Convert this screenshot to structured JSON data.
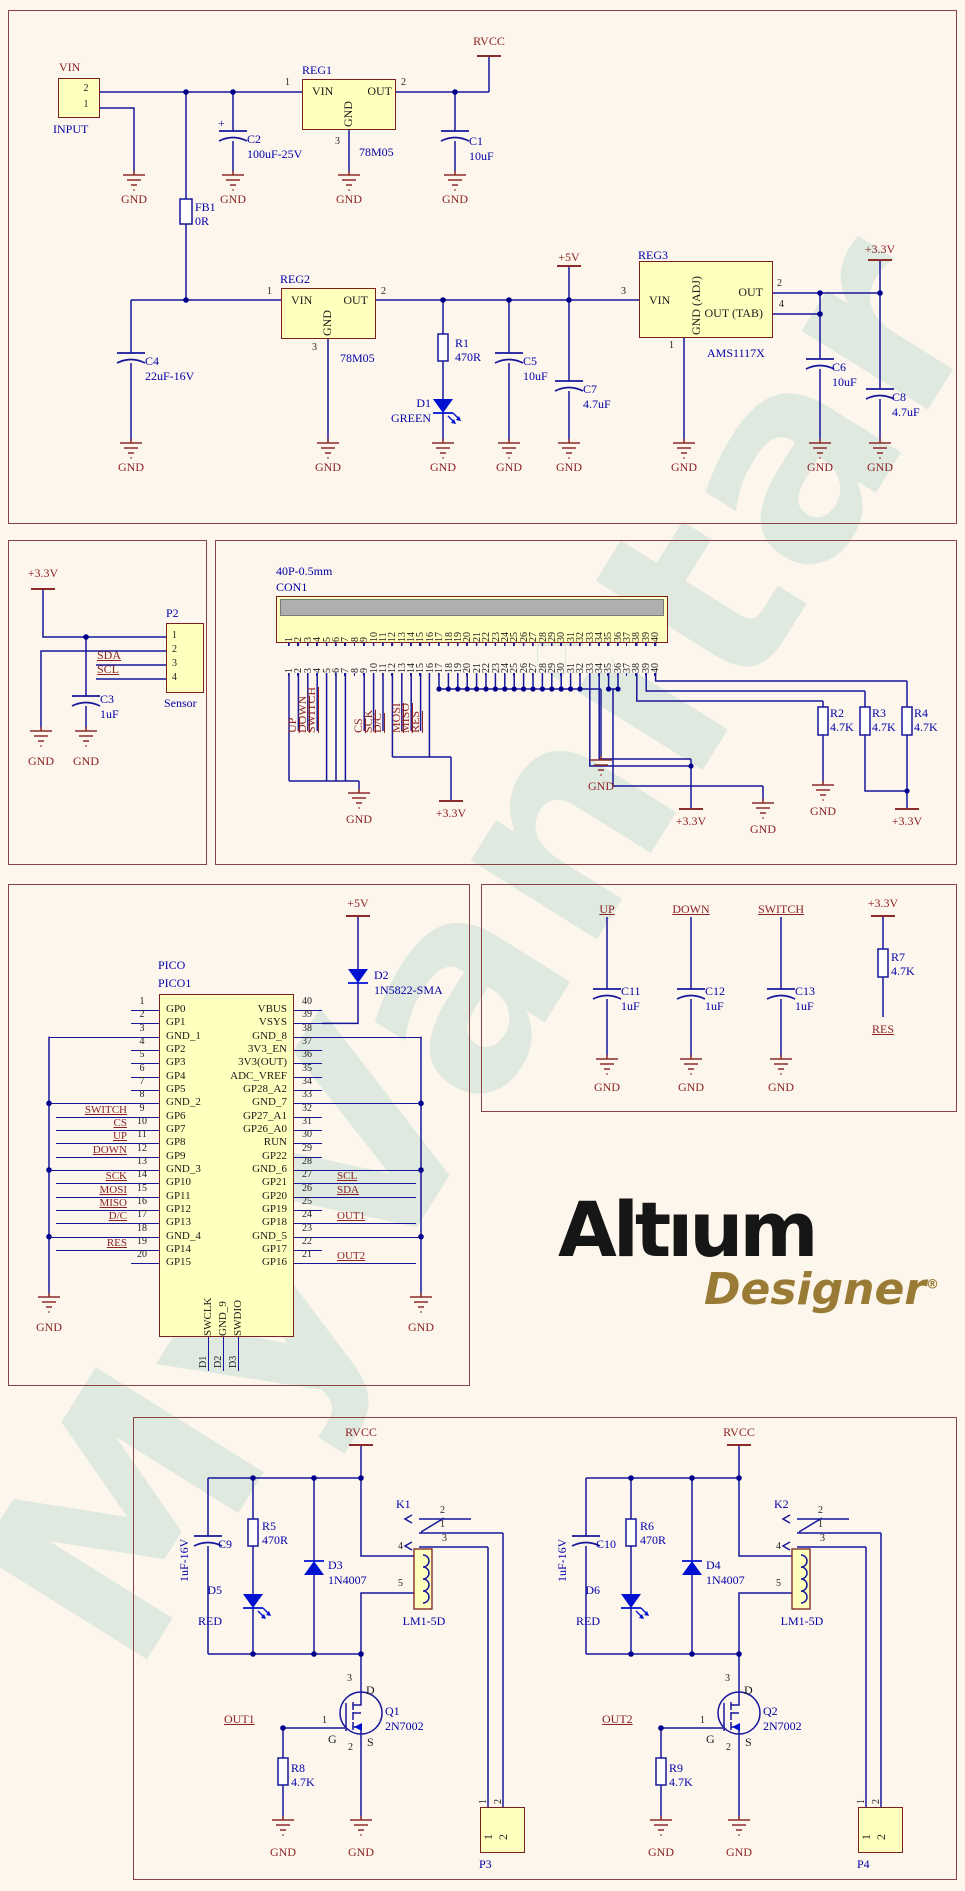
{
  "watermark": "MyVanitar",
  "logo": {
    "brand": "Altıum",
    "product": "Designer",
    "reg": "®"
  },
  "power": {
    "gnd": "GND",
    "rvcc": "RVCC",
    "p5v": "+5V",
    "p33v": "+3.3V",
    "plus": "+",
    "vin": {
      "ref": "VIN",
      "desc": "INPUT",
      "p2": "2",
      "p1": "1"
    },
    "fb1": {
      "ref": "FB1",
      "val": "0R"
    },
    "c2": {
      "ref": "C2",
      "val": "100uF-25V"
    },
    "reg1": {
      "ref": "REG1",
      "part": "78M05",
      "vin": "VIN",
      "out": "OUT",
      "gnd": "GND",
      "n1": "1",
      "n2": "2",
      "n3": "3"
    },
    "c1": {
      "ref": "C1",
      "val": "10uF"
    },
    "c4": {
      "ref": "C4",
      "val": "22uF-16V"
    },
    "reg2": {
      "ref": "REG2",
      "part": "78M05",
      "vin": "VIN",
      "out": "OUT",
      "gnd": "GND",
      "n1": "1",
      "n2": "2",
      "n3": "3"
    },
    "r1": {
      "ref": "R1",
      "val": "470R"
    },
    "d1": {
      "ref": "D1",
      "val": "GREEN"
    },
    "c5": {
      "ref": "C5",
      "val": "10uF"
    },
    "c7": {
      "ref": "C7",
      "val": "4.7uF"
    },
    "reg3": {
      "ref": "REG3",
      "part": "AMS1117X",
      "vin": "VIN",
      "gnd": "GND (ADJ)",
      "out": "OUT",
      "outtab": "OUT (TAB)",
      "n1": "1",
      "n2": "2",
      "n3": "3",
      "n4": "4"
    },
    "c6": {
      "ref": "C6",
      "val": "10uF"
    },
    "c8": {
      "ref": "C8",
      "val": "4.7uF"
    }
  },
  "sensor": {
    "p33v": "+3.3V",
    "gnd": "GND",
    "sda": "SDA",
    "scl": "SCL",
    "c3": {
      "ref": "C3",
      "val": "1uF"
    },
    "p2": {
      "ref": "P2",
      "desc": "Sensor",
      "n1": "1",
      "n2": "2",
      "n3": "3",
      "n4": "4"
    }
  },
  "con1": {
    "type": "40P-0.5mm",
    "ref": "CON1",
    "gnd": "GND",
    "p33v": "+3.3V",
    "pins": [
      "1",
      "2",
      "3",
      "4",
      "5",
      "6",
      "7",
      "8",
      "9",
      "10",
      "11",
      "12",
      "13",
      "14",
      "15",
      "16",
      "17",
      "18",
      "19",
      "20",
      "21",
      "22",
      "23",
      "24",
      "25",
      "26",
      "27",
      "28",
      "29",
      "30",
      "31",
      "32",
      "33",
      "34",
      "35",
      "36",
      "37",
      "38",
      "39",
      "40"
    ],
    "net_up": "UP",
    "net_down": "DOWN",
    "net_switch": "SWITCH",
    "net_cs": "CS",
    "net_sck": "SCK",
    "net_dc": "D/C",
    "net_mosi": "MOSI",
    "net_miso": "MISO",
    "net_res": "RES",
    "r2": {
      "ref": "R2",
      "val": "4.7K"
    },
    "r3": {
      "ref": "R3",
      "val": "4.7K"
    },
    "r4": {
      "ref": "R4",
      "val": "4.7K"
    }
  },
  "pico": {
    "title": "PICO",
    "ref": "PICO1",
    "gnd": "GND",
    "p5v": "+5V",
    "d2": {
      "ref": "D2",
      "val": "1N5822-SMA"
    },
    "left": [
      {
        "num": "1",
        "name": "GP0",
        "net": "",
        "cls": "plain"
      },
      {
        "num": "2",
        "name": "GP1",
        "net": "",
        "cls": "plain"
      },
      {
        "num": "3",
        "name": "GND_1",
        "net": "",
        "cls": "gnd"
      },
      {
        "num": "4",
        "name": "GP2",
        "net": "",
        "cls": "plain"
      },
      {
        "num": "5",
        "name": "GP3",
        "net": "",
        "cls": "plain"
      },
      {
        "num": "6",
        "name": "GP4",
        "net": "",
        "cls": "plain"
      },
      {
        "num": "7",
        "name": "GP5",
        "net": "",
        "cls": "plain"
      },
      {
        "num": "8",
        "name": "GND_2",
        "net": "",
        "cls": "gnd"
      },
      {
        "num": "9",
        "name": "GP6",
        "net": "SWITCH",
        "cls": "net"
      },
      {
        "num": "10",
        "name": "GP7",
        "net": "CS",
        "cls": "net"
      },
      {
        "num": "11",
        "name": "GP8",
        "net": "UP",
        "cls": "net"
      },
      {
        "num": "12",
        "name": "GP9",
        "net": "DOWN",
        "cls": "net"
      },
      {
        "num": "13",
        "name": "GND_3",
        "net": "",
        "cls": "gnd"
      },
      {
        "num": "14",
        "name": "GP10",
        "net": "SCK",
        "cls": "net"
      },
      {
        "num": "15",
        "name": "GP11",
        "net": "MOSI",
        "cls": "net"
      },
      {
        "num": "16",
        "name": "GP12",
        "net": "MISO",
        "cls": "net"
      },
      {
        "num": "17",
        "name": "GP13",
        "net": "D/C",
        "cls": "net"
      },
      {
        "num": "18",
        "name": "GND_4",
        "net": "",
        "cls": "gnd"
      },
      {
        "num": "19",
        "name": "GP14",
        "net": "RES",
        "cls": "net"
      },
      {
        "num": "20",
        "name": "GP15",
        "net": "",
        "cls": "plain"
      }
    ],
    "right": [
      {
        "num": "40",
        "name": "VBUS",
        "net": "",
        "cls": "plain"
      },
      {
        "num": "39",
        "name": "VSYS",
        "net": "",
        "cls": "plain"
      },
      {
        "num": "38",
        "name": "GND_8",
        "net": "",
        "cls": "gnd"
      },
      {
        "num": "37",
        "name": "3V3_EN",
        "net": "",
        "cls": "plain"
      },
      {
        "num": "36",
        "name": "3V3(OUT)",
        "net": "",
        "cls": "plain"
      },
      {
        "num": "35",
        "name": "ADC_VREF",
        "net": "",
        "cls": "plain"
      },
      {
        "num": "34",
        "name": "GP28_A2",
        "net": "",
        "cls": "plain"
      },
      {
        "num": "33",
        "name": "GND_7",
        "net": "",
        "cls": "gnd"
      },
      {
        "num": "32",
        "name": "GP27_A1",
        "net": "",
        "cls": "plain"
      },
      {
        "num": "31",
        "name": "GP26_A0",
        "net": "",
        "cls": "plain"
      },
      {
        "num": "30",
        "name": "RUN",
        "net": "",
        "cls": "plain"
      },
      {
        "num": "29",
        "name": "GP22",
        "net": "",
        "cls": "plain"
      },
      {
        "num": "28",
        "name": "GND_6",
        "net": "",
        "cls": "gnd"
      },
      {
        "num": "27",
        "name": "GP21",
        "net": "SCL",
        "cls": "net"
      },
      {
        "num": "26",
        "name": "GP20",
        "net": "SDA",
        "cls": "net"
      },
      {
        "num": "25",
        "name": "GP19",
        "net": "",
        "cls": "plain"
      },
      {
        "num": "24",
        "name": "GP18",
        "net": "OUT1",
        "cls": "net"
      },
      {
        "num": "23",
        "name": "GND_5",
        "net": "",
        "cls": "gnd"
      },
      {
        "num": "22",
        "name": "GP17",
        "net": "",
        "cls": "plain"
      },
      {
        "num": "21",
        "name": "GP16",
        "net": "OUT2",
        "cls": "net"
      }
    ],
    "bottom": [
      {
        "num": "D1",
        "name": "SWCLK"
      },
      {
        "num": "D2",
        "name": "GND_9"
      },
      {
        "num": "D3",
        "name": "SWDIO"
      }
    ]
  },
  "debounce": {
    "p33v": "+3.3V",
    "res": "RES",
    "r7": {
      "ref": "R7",
      "val": "4.7K"
    },
    "cols": [
      {
        "net": "UP",
        "ref": "C11",
        "val": "1uF",
        "gnd": "GND"
      },
      {
        "net": "DOWN",
        "ref": "C12",
        "val": "1uF",
        "gnd": "GND"
      },
      {
        "net": "SWITCH",
        "ref": "C13",
        "val": "1uF",
        "gnd": "GND"
      }
    ]
  },
  "relays": {
    "channels": [
      {
        "rvcc": "RVCC",
        "gnd": "GND",
        "out": "OUT1",
        "k": "K1",
        "coil_part": "LM1-5D",
        "cap_ref": "C9",
        "cap_val": "1uF-16V",
        "rl_ref": "R5",
        "rl_val": "470R",
        "led_ref": "D5",
        "led_val": "RED",
        "d_ref": "D3",
        "d_val": "1N4007",
        "q_ref": "Q1",
        "q_val": "2N7002",
        "rp_ref": "R8",
        "rp_val": "4.7K",
        "p_ref": "P3",
        "c2": "2",
        "c1": "1",
        "c3": "3",
        "c4": "4",
        "c5": "5",
        "md": "D",
        "mg": "G",
        "ms": "S",
        "m3": "3",
        "m1": "1",
        "m2": "2",
        "pp1": "1",
        "pp2": "2"
      },
      {
        "rvcc": "RVCC",
        "gnd": "GND",
        "out": "OUT2",
        "k": "K2",
        "coil_part": "LM1-5D",
        "cap_ref": "C10",
        "cap_val": "1uF-16V",
        "rl_ref": "R6",
        "rl_val": "470R",
        "led_ref": "D6",
        "led_val": "RED",
        "d_ref": "D4",
        "d_val": "1N4007",
        "q_ref": "Q2",
        "q_val": "2N7002",
        "rp_ref": "R9",
        "rp_val": "4.7K",
        "p_ref": "P4",
        "c2": "2",
        "c1": "1",
        "c3": "3",
        "c4": "4",
        "c5": "5",
        "md": "D",
        "mg": "G",
        "ms": "S",
        "m3": "3",
        "m1": "1",
        "m2": "2",
        "pp1": "1",
        "pp2": "2"
      }
    ]
  }
}
